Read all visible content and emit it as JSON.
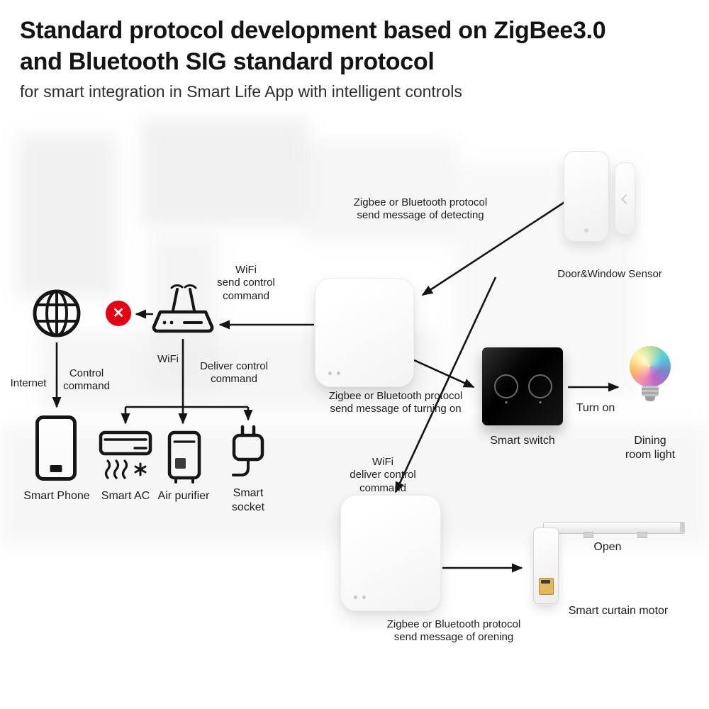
{
  "header": {
    "title_line1": "Standard protocol development based on ZigBee3.0",
    "title_line2": "and Bluetooth SIG standard protocol",
    "subtitle": "for smart integration in Smart Life App with intelligent controls"
  },
  "labels": {
    "internet": "Internet",
    "control_command": {
      "line1": "Control",
      "line2": "command"
    },
    "wifi": "WiFi",
    "wifi_send": {
      "line1": "WiFi",
      "line2": "send control",
      "line3": "command"
    },
    "deliver_control": {
      "line1": "Deliver control",
      "line2": "command"
    },
    "smart_phone": "Smart Phone",
    "smart_ac": "Smart AC",
    "air_purifier": "Air purifier",
    "smart_socket": {
      "line1": "Smart",
      "line2": "socket"
    },
    "detecting_msg": {
      "line1": "Zigbee or Bluetooth protocol",
      "line2": "send message of detecting"
    },
    "door_sensor": "Door&Window Sensor",
    "turning_on_msg": {
      "line1": "Zigbee or Bluetooth protocol",
      "line2": "send message of turning on"
    },
    "smart_switch": "Smart switch",
    "turn_on": "Turn on",
    "dining_light": {
      "line1": "Dining",
      "line2": "room light"
    },
    "wifi_deliver": {
      "line1": "WiFi",
      "line2": "deliver control",
      "line3": "command"
    },
    "opening_msg": {
      "line1": "Zigbee or Bluetooth protocol",
      "line2": "send message of orening"
    },
    "open": "Open",
    "curtain_motor": "Smart curtain motor"
  },
  "icons": {
    "error": "✕"
  },
  "colors": {
    "error_red": "#e60012",
    "line": "#141414"
  }
}
